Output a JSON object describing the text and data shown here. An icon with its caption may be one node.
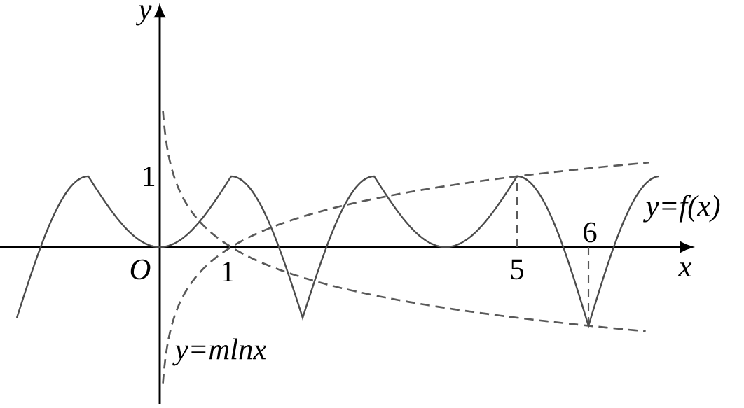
{
  "diagram": {
    "labels": [
      "y",
      "1",
      "O",
      "1",
      "5",
      "6",
      "x",
      "y=f(x)",
      "y=mlnx"
    ]
  }
}
